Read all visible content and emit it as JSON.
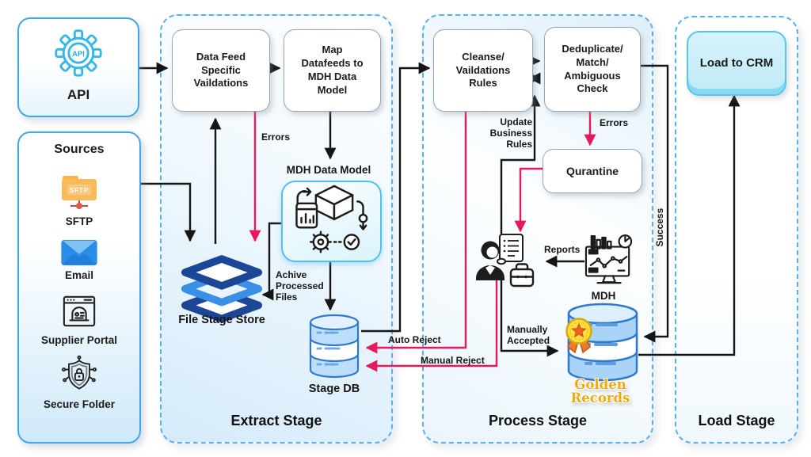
{
  "colors": {
    "accent_blue": "#42a7e8",
    "dashed_border": "#58b1e9",
    "pink": "#e5195e",
    "cyan_box_border": "#4cc2ec",
    "gold_text": "#f0a90d",
    "stack_navy": "#1c4796",
    "stack_blue": "#3a8fe6",
    "db_stroke": "#3079cf",
    "line_black": "#151515"
  },
  "api_box": {
    "label": "API",
    "icon_text": "API"
  },
  "sources": {
    "title": "Sources",
    "items": [
      {
        "label": "SFTP",
        "icon": "sftp-folder-icon",
        "folder_text": "SFTP"
      },
      {
        "label": "Email",
        "icon": "email-icon"
      },
      {
        "label": "Supplier Portal",
        "icon": "supplier-portal-icon"
      },
      {
        "label": "Secure Folder",
        "icon": "secure-folder-icon"
      }
    ]
  },
  "stages": {
    "extract": {
      "title": "Extract Stage"
    },
    "process": {
      "title": "Process Stage"
    },
    "load": {
      "title": "Load Stage"
    }
  },
  "nodes": {
    "data_feed": "Data Feed\nSpecific\nVaildations",
    "map_datafeeds": "Map\nDatafeeds to\nMDH Data\nModel",
    "mdh_model_title": "MDH Data Model",
    "file_stage_store": "File Stage Store",
    "stage_db": "Stage DB",
    "cleanse": "Cleanse/\nVaildations\nRules",
    "deduplicate": "Deduplicate/\nMatch/\nAmbiguous\nCheck",
    "quarantine": "Qurantine",
    "mdh": "MDH",
    "golden_records": "Golden\nRecords",
    "load_to_crm": "Load to CRM"
  },
  "labels": {
    "errors_extract": "Errors",
    "errors_process": "Errors",
    "achive": "Achive\nProcessed\nFiles",
    "auto_reject": "Auto Reject",
    "manual_reject": "Manual Reject",
    "update_rules": "Update\nBusiness\nRules",
    "manually_accepted": "Manually\nAccepted",
    "reports": "Reports",
    "success": "Success"
  }
}
